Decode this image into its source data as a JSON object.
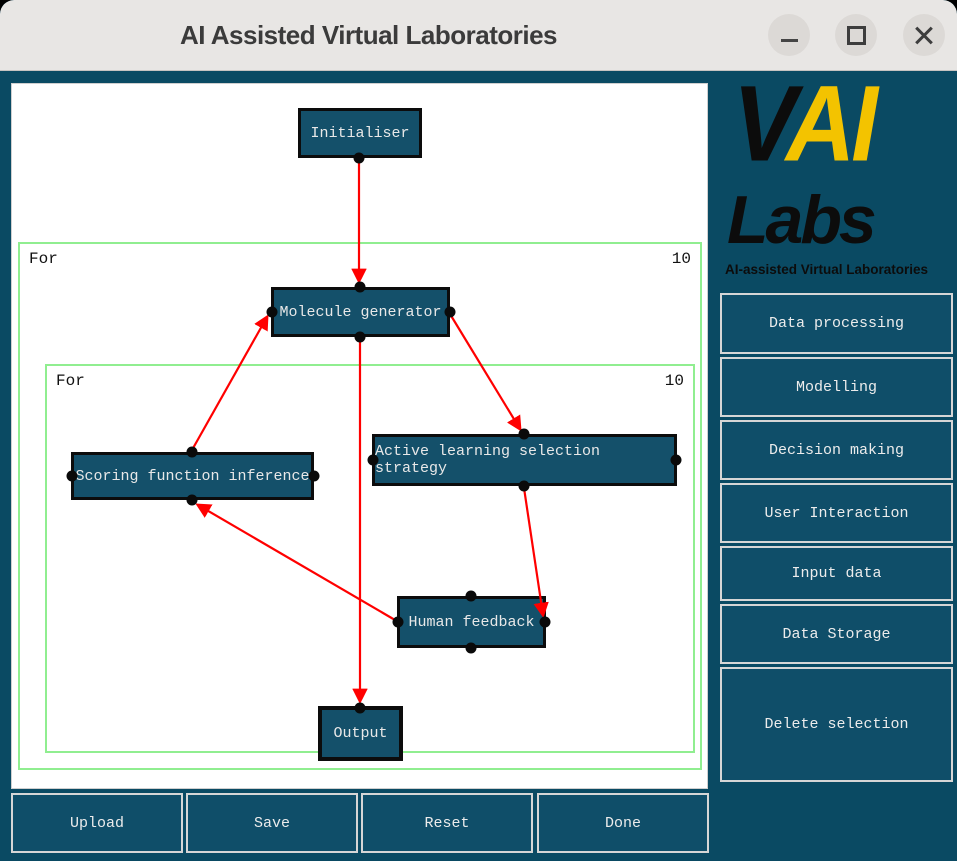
{
  "window": {
    "title": "AI Assisted Virtual Laboratories"
  },
  "logo": {
    "v": "V",
    "ai": "AI",
    "labs": "Labs",
    "tagline": "AI-assisted Virtual Laboratories"
  },
  "sidebar": {
    "buttons": [
      {
        "label": "Data processing"
      },
      {
        "label": "Modelling"
      },
      {
        "label": "Decision making"
      },
      {
        "label": "User Interaction"
      },
      {
        "label": "Input data"
      },
      {
        "label": "Data Storage"
      },
      {
        "label": "Delete selection"
      }
    ]
  },
  "canvas": {
    "loops": [
      {
        "label": "For",
        "count": "10"
      },
      {
        "label": "For",
        "count": "10"
      }
    ],
    "nodes": [
      {
        "id": "initialiser",
        "label": "Initialiser"
      },
      {
        "id": "molecule-generator",
        "label": "Molecule generator"
      },
      {
        "id": "scoring-function-inference",
        "label": "Scoring function inference"
      },
      {
        "id": "active-learning-selection-strategy",
        "label": "Active learning selection strategy"
      },
      {
        "id": "human-feedback",
        "label": "Human feedback"
      },
      {
        "id": "output",
        "label": "Output"
      }
    ],
    "edges": [
      {
        "from": "initialiser",
        "to": "molecule-generator"
      },
      {
        "from": "scoring-function-inference",
        "to": "molecule-generator"
      },
      {
        "from": "molecule-generator",
        "to": "active-learning-selection-strategy"
      },
      {
        "from": "active-learning-selection-strategy",
        "to": "human-feedback"
      },
      {
        "from": "human-feedback",
        "to": "scoring-function-inference"
      },
      {
        "from": "molecule-generator",
        "to": "output"
      }
    ]
  },
  "footer": {
    "buttons": [
      {
        "label": "Upload"
      },
      {
        "label": "Save"
      },
      {
        "label": "Reset"
      },
      {
        "label": "Done"
      }
    ]
  },
  "colors": {
    "teal_background": "#0a4a63",
    "node_fill": "#14506a",
    "titlebar": "#e8e6e4",
    "accent_yellow": "#f3c300",
    "loop_green": "#90ee90",
    "edge_red": "#ff0000"
  }
}
